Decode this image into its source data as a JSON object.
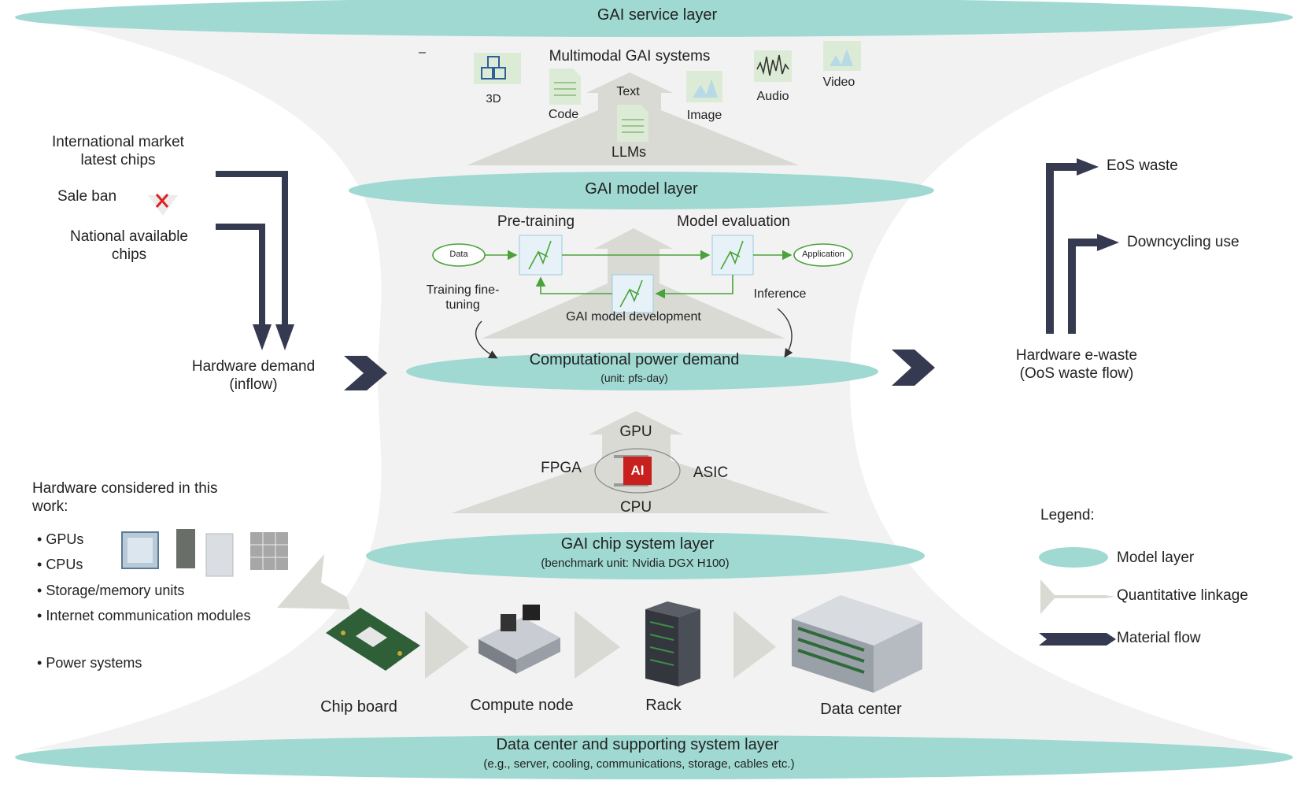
{
  "layers": {
    "service": "GAI service layer",
    "model": "GAI model layer",
    "compute": "Computational power demand",
    "compute_unit": "(unit: pfs-day)",
    "chip": "GAI chip system layer",
    "chip_unit": "(benchmark unit: Nvidia DGX H100)",
    "datacenter": "Data center and supporting system layer",
    "datacenter_sub": "(e.g., server, cooling, communications, storage, cables etc.)"
  },
  "service": {
    "dash": "–",
    "multimodal": "Multimodal GAI systems",
    "modalities": [
      "3D",
      "Code",
      "Text",
      "Image",
      "Audio",
      "Video",
      "LLMs"
    ]
  },
  "model_dev": {
    "pretraining": "Pre-training",
    "evaluation": "Model evaluation",
    "data": "Data",
    "application": "Application",
    "finetuning": "Training fine-tuning",
    "inference": "Inference",
    "development": "GAI model development"
  },
  "chips": {
    "gpu": "GPU",
    "cpu": "CPU",
    "fpga": "FPGA",
    "asic": "ASIC",
    "ai": "AI"
  },
  "inflow": {
    "intl": "International market latest chips",
    "sale_ban": "Sale ban",
    "national": "National available chips",
    "demand": "Hardware demand (inflow)"
  },
  "outflow": {
    "eos": "EoS waste",
    "downcycling": "Downcycling use",
    "ewaste": "Hardware e-waste (OoS waste flow)"
  },
  "hardware": {
    "title": "Hardware considered in this work:",
    "items": [
      "GPUs",
      "CPUs",
      "Storage/memory units",
      "Internet communication modules",
      "Power systems"
    ]
  },
  "chain": [
    "Chip board",
    "Compute node",
    "Rack",
    "Data center"
  ],
  "legend": {
    "title": "Legend:",
    "items": [
      "Model layer",
      "Quantitative linkage",
      "Material flow"
    ]
  },
  "colors": {
    "layer": "#9fd9d2",
    "linkage": "#d9dad4",
    "material": "#353a50",
    "green": "#4aa33a",
    "bg": "#f2f2f2",
    "ai_chip": "#c8201e"
  }
}
